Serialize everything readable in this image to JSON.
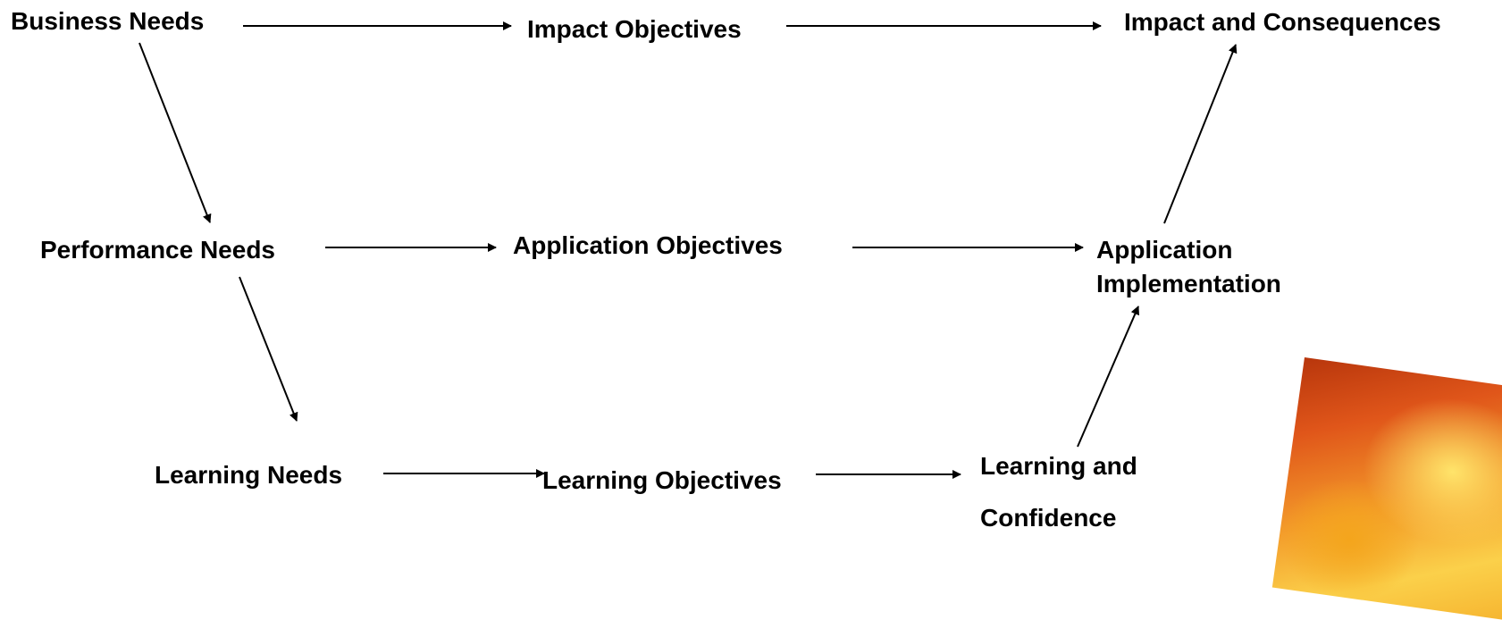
{
  "diagram": {
    "nodes": {
      "business_needs": "Business Needs",
      "impact_objectives": "Impact Objectives",
      "impact_consequences": "Impact and Consequences",
      "performance_needs": "Performance Needs",
      "application_objectives": "Application Objectives",
      "application_implementation_line1": "Application",
      "application_implementation_line2": "Implementation",
      "learning_needs": "Learning Needs",
      "learning_objectives": "Learning Objectives",
      "learning_confidence_line1": "Learning and",
      "learning_confidence_line2": "Confidence"
    },
    "edges": [
      [
        "Business Needs",
        "Impact Objectives"
      ],
      [
        "Impact Objectives",
        "Impact and Consequences"
      ],
      [
        "Business Needs",
        "Performance Needs"
      ],
      [
        "Performance Needs",
        "Application Objectives"
      ],
      [
        "Application Objectives",
        "Application Implementation"
      ],
      [
        "Application Implementation",
        "Impact and Consequences"
      ],
      [
        "Performance Needs",
        "Learning Needs"
      ],
      [
        "Learning Needs",
        "Learning Objectives"
      ],
      [
        "Learning Objectives",
        "Learning and Confidence"
      ],
      [
        "Learning and Confidence",
        "Application Implementation"
      ]
    ]
  },
  "colors": {
    "text": "#000000",
    "arrow": "#000000",
    "background": "#ffffff"
  }
}
